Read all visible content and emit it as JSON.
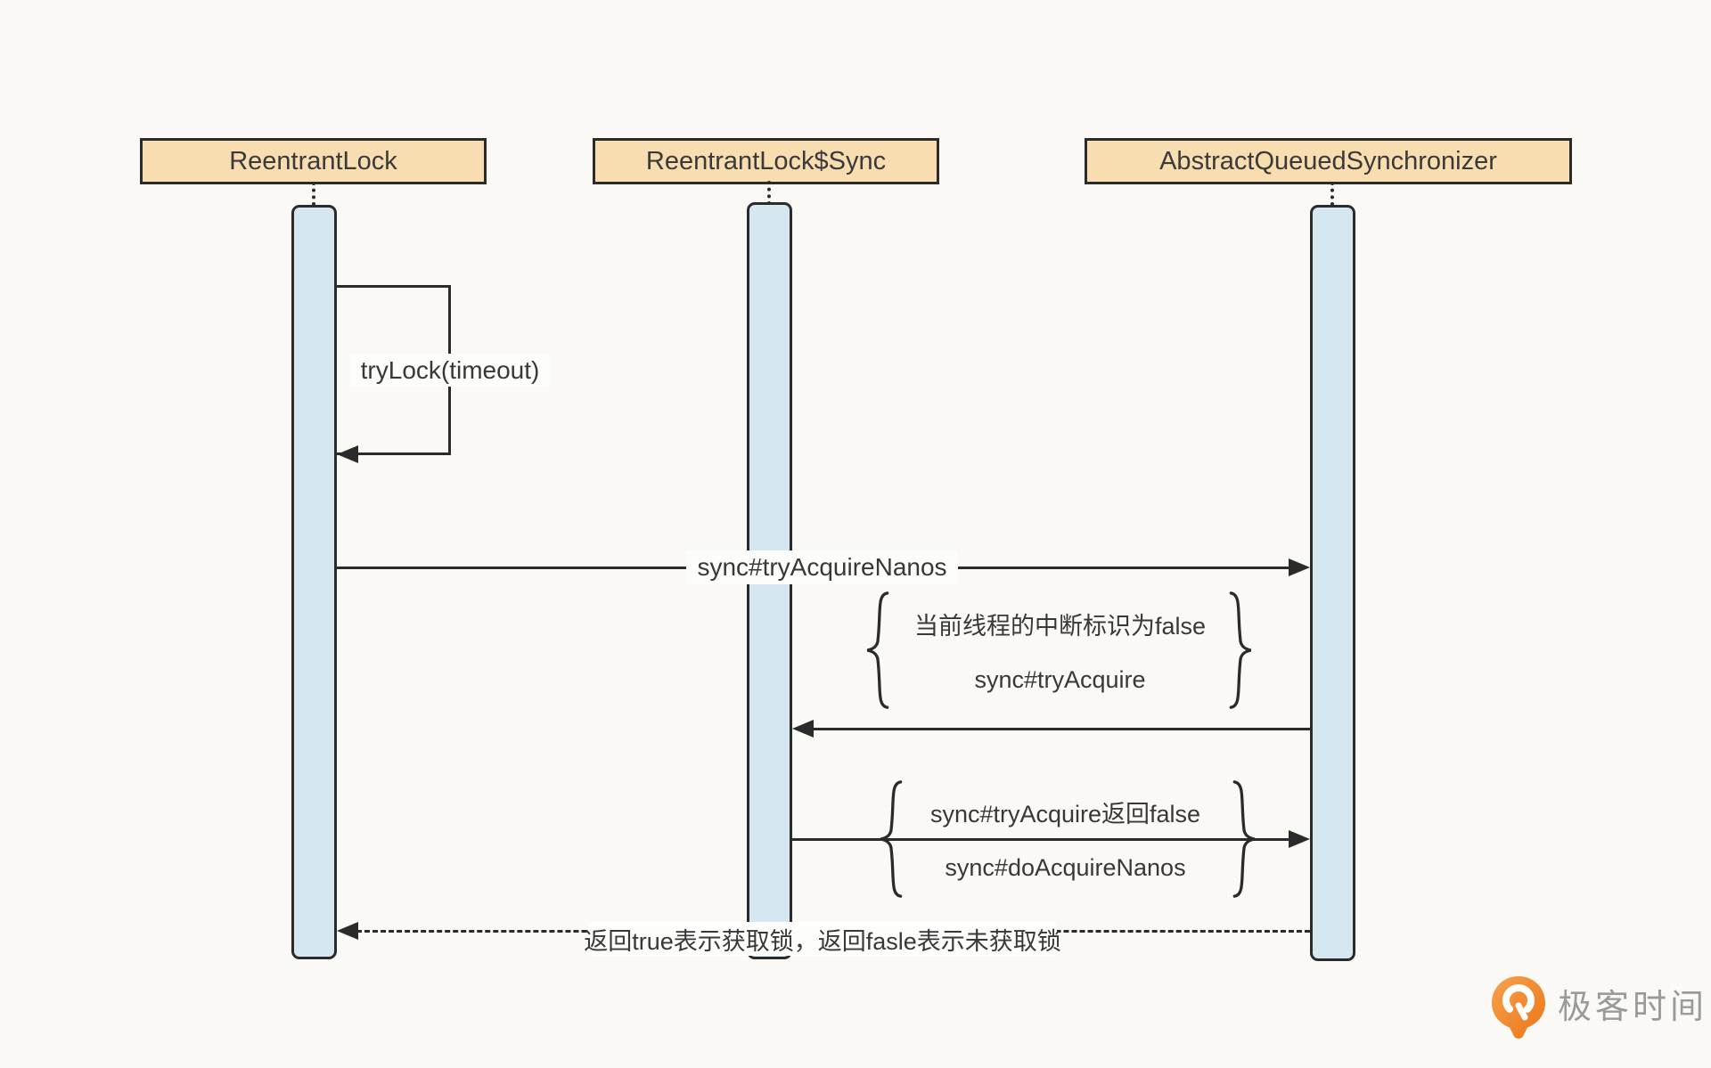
{
  "participants": [
    {
      "id": "reentrantlock",
      "label": "ReentrantLock"
    },
    {
      "id": "reentrantlock-sync",
      "label": "ReentrantLock$Sync"
    },
    {
      "id": "abstract-queued-synchronizer",
      "label": "AbstractQueuedSynchronizer"
    }
  ],
  "messages": {
    "self_call_label": "tryLock(timeout)",
    "call_try_acquire_nanos": "sync#tryAcquireNanos",
    "return_label": "返回true表示获取锁，返回fasle表示未获取锁"
  },
  "notes": [
    {
      "line1": "当前线程的中断标识为false",
      "line2": "sync#tryAcquire"
    },
    {
      "line1": "sync#tryAcquire返回false",
      "line2": "sync#doAcquireNanos"
    }
  ],
  "branding": {
    "logo_text": "极客时间"
  },
  "colors": {
    "background": "#faf9f6",
    "participant_fill": "#f8ddb0",
    "lifeline_fill": "#d5e7f0",
    "line": "#2b2b2b",
    "logo_orange": "#ee7e23",
    "logo_text_gray": "#9a9a9a"
  }
}
